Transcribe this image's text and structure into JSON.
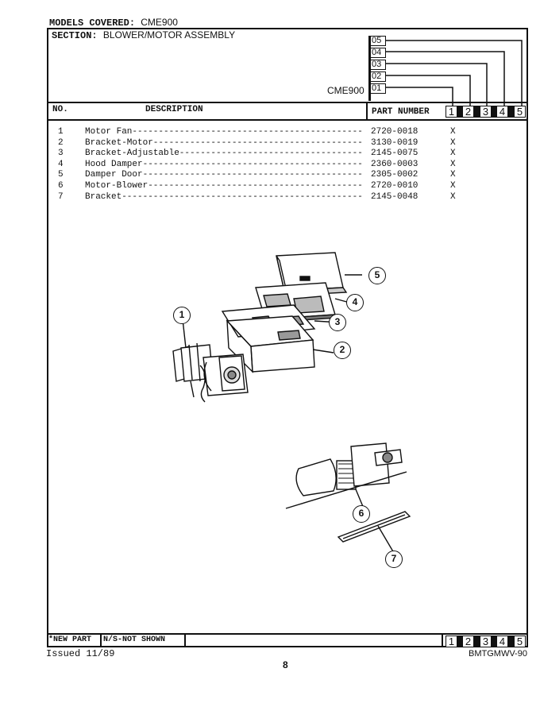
{
  "header": {
    "models_covered_label": "MODELS COVERED:",
    "models_covered_value": "CME900",
    "section_label": "SECTION:",
    "section_value": "BLOWER/MOTOR ASSEMBLY",
    "model_name": "CME900",
    "model_codes": [
      "05",
      "04",
      "03",
      "02",
      "01"
    ]
  },
  "table": {
    "columns": {
      "no": "NO.",
      "description": "DESCRIPTION",
      "part_number": "PART NUMBER"
    },
    "model_columns": [
      "1",
      "2",
      "3",
      "4",
      "5"
    ],
    "rows": [
      {
        "no": "1",
        "description": "Motor Fan",
        "part_number": "2720-0018",
        "mark": "X"
      },
      {
        "no": "2",
        "description": "Bracket-Motor",
        "part_number": "3130-0019",
        "mark": "X"
      },
      {
        "no": "3",
        "description": "Bracket-Adjustable",
        "part_number": "2145-0075",
        "mark": "X"
      },
      {
        "no": "4",
        "description": "Hood Damper",
        "part_number": "2360-0003",
        "mark": "X"
      },
      {
        "no": "5",
        "description": "Damper Door",
        "part_number": "2305-0002",
        "mark": "X"
      },
      {
        "no": "6",
        "description": "Motor-Blower",
        "part_number": "2720-0010",
        "mark": "X"
      },
      {
        "no": "7",
        "description": "Bracket",
        "part_number": "2145-0048",
        "mark": "X"
      }
    ]
  },
  "diagram": {
    "callouts": [
      "1",
      "2",
      "3",
      "4",
      "5",
      "6",
      "7"
    ]
  },
  "footer": {
    "new_part": "*NEW PART",
    "not_shown": "N/S-NOT SHOWN",
    "model_columns": [
      "1",
      "2",
      "3",
      "4",
      "5"
    ],
    "issued": "Issued 11/89",
    "doc_code": "BMTGMWV-90",
    "page_number": "8"
  }
}
